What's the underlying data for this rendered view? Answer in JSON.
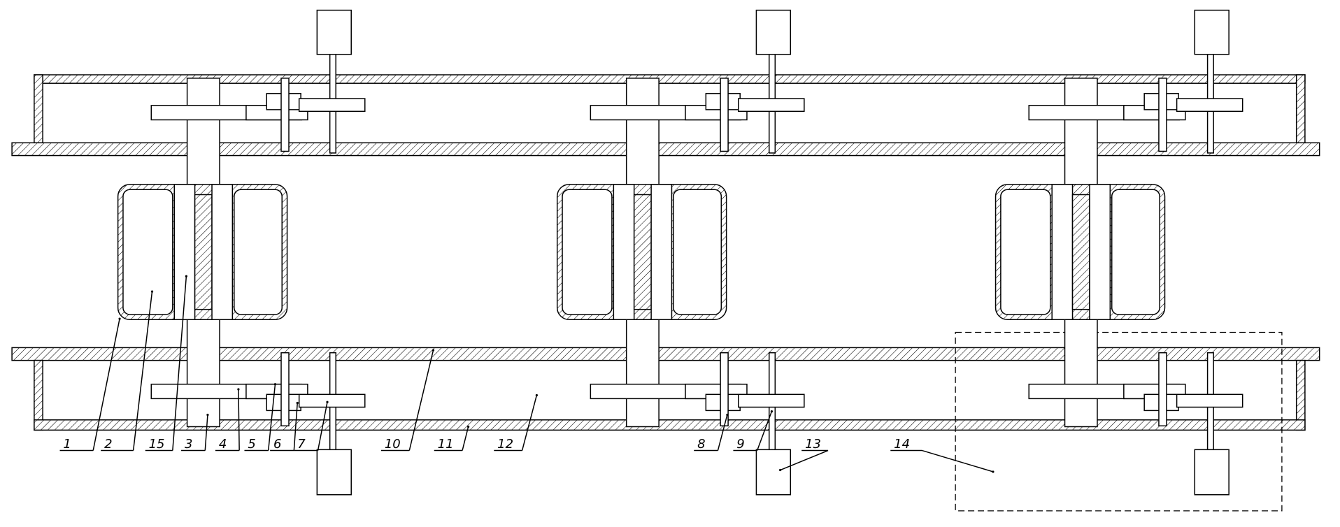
{
  "diagram": {
    "labels": {
      "l1": "1",
      "l2": "2",
      "l15": "15",
      "l3": "3",
      "l4": "4",
      "l5": "5",
      "l6": "6",
      "l7": "7",
      "l10": "10",
      "l11": "11",
      "l12": "12",
      "l8": "8",
      "l9": "9",
      "l13": "13",
      "l14": "14"
    }
  }
}
